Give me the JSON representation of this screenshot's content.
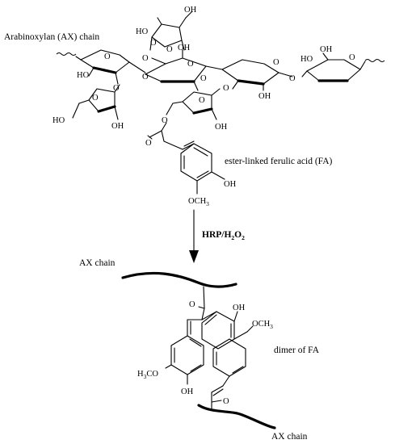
{
  "labels": {
    "arabinoxylan_chain": "Arabinoxylan (AX) chain",
    "ferulic_acid": "ester-linked ferulic acid (FA)",
    "ax_chain_top": "AX chain",
    "dimer": "dimer of FA",
    "ax_chain_bottom": "AX chain"
  },
  "reagent": {
    "prefix": "HRP/H",
    "sub1": "2",
    "mid": "O",
    "sub2": "2"
  },
  "atoms": {
    "oh": "OH",
    "ho": "HO",
    "o": "O",
    "och3_prefix": "OCH",
    "h3co_prefix": "H",
    "h3co_mid": "CO",
    "three": "3"
  }
}
